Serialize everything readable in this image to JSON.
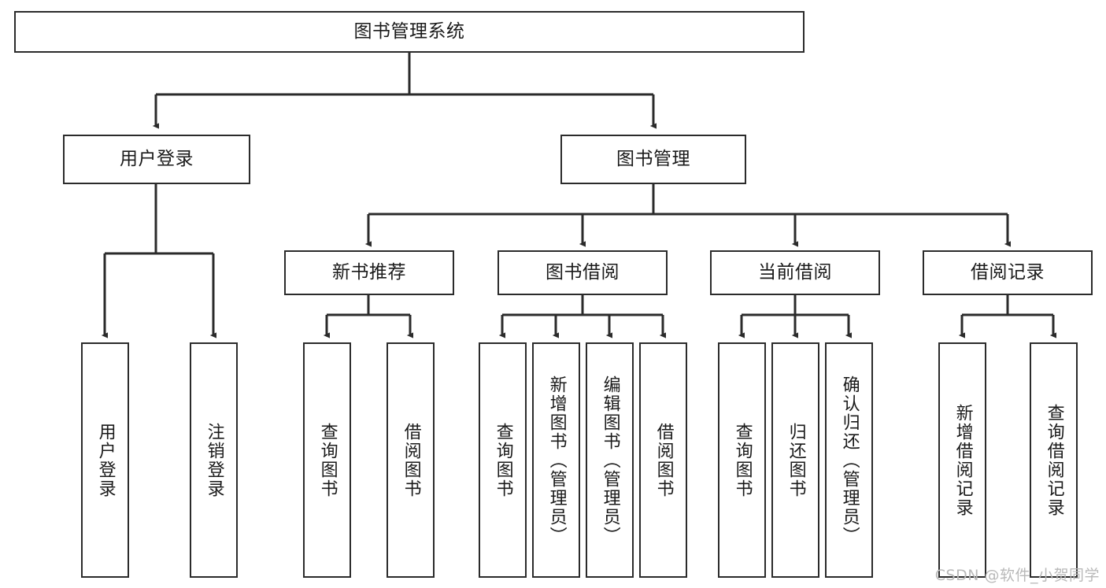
{
  "diagram": {
    "type": "tree-hierarchy",
    "title_node": {
      "id": "root",
      "label": "图书管理系统"
    },
    "level2": [
      {
        "id": "user-login",
        "label": "用户登录"
      },
      {
        "id": "book-management",
        "label": "图书管理"
      }
    ],
    "level3": [
      {
        "id": "new-book-recommend",
        "label": "新书推荐",
        "parent": "book-management"
      },
      {
        "id": "book-borrow",
        "label": "图书借阅",
        "parent": "book-management"
      },
      {
        "id": "current-borrow",
        "label": "当前借阅",
        "parent": "book-management"
      },
      {
        "id": "borrow-record",
        "label": "借阅记录",
        "parent": "book-management"
      }
    ],
    "leaves": {
      "user_login": [
        {
          "id": "leaf-user-login",
          "label": "用户登录"
        },
        {
          "id": "leaf-user-logout",
          "label": "注销登录"
        }
      ],
      "new_book_recommend": [
        {
          "id": "leaf-query-book-1",
          "label": "查询图书"
        },
        {
          "id": "leaf-borrow-book-1",
          "label": "借阅图书"
        }
      ],
      "book_borrow": [
        {
          "id": "leaf-query-book-2",
          "label": "查询图书"
        },
        {
          "id": "leaf-add-book",
          "label": "新增图书（管理员）"
        },
        {
          "id": "leaf-edit-book",
          "label": "编辑图书（管理员）"
        },
        {
          "id": "leaf-borrow-book-2",
          "label": "借阅图书"
        }
      ],
      "current_borrow": [
        {
          "id": "leaf-query-book-3",
          "label": "查询图书"
        },
        {
          "id": "leaf-return-book",
          "label": "归还图书"
        },
        {
          "id": "leaf-confirm-return",
          "label": "确认归还（管理员）"
        }
      ],
      "borrow_record": [
        {
          "id": "leaf-add-record",
          "label": "新增借阅记录"
        },
        {
          "id": "leaf-query-record",
          "label": "查询借阅记录"
        }
      ]
    }
  },
  "watermark": {
    "text": "CSDN @软件_小贺同学"
  },
  "colors": {
    "box_border": "#2b2b2b",
    "box_fill": "#ffffff",
    "connector": "#2b2b2b",
    "text": "#1a1a1a",
    "watermark": "#b9b9b9",
    "canvas": "#ffffff"
  }
}
